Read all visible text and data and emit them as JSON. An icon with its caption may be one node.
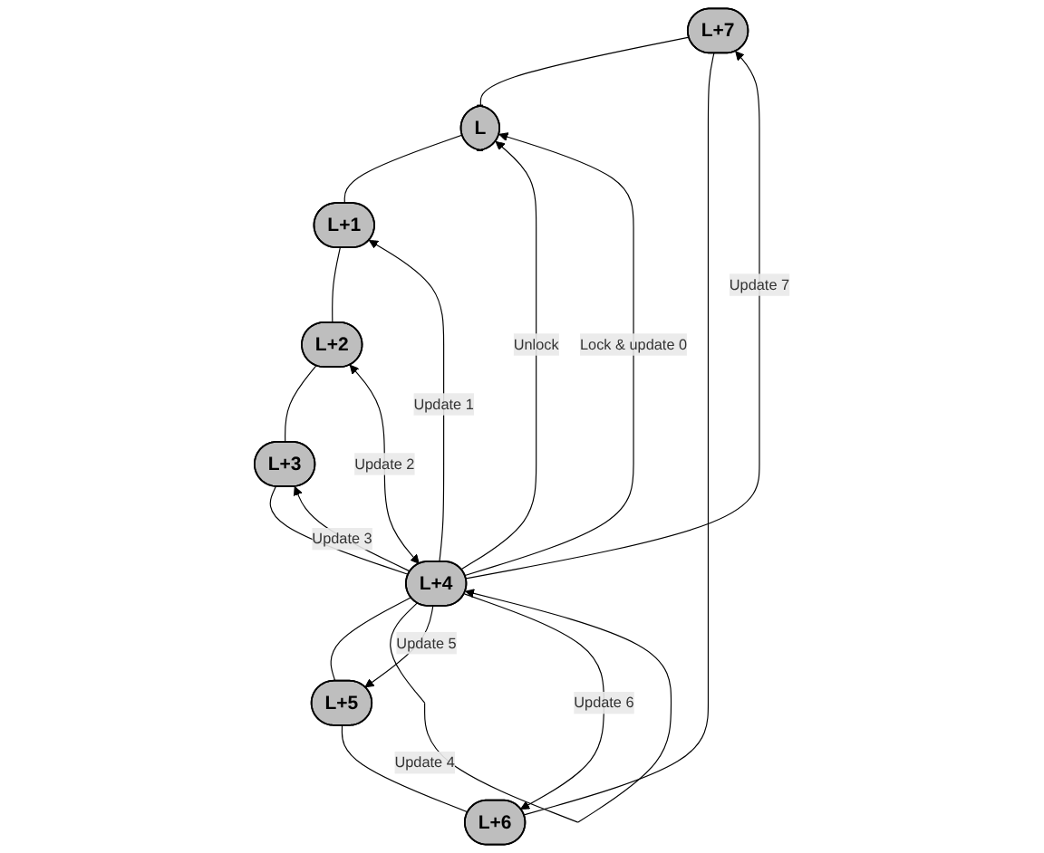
{
  "diagram": {
    "nodes": [
      {
        "text": [
          "L+7"
        ]
      },
      {
        "text": [
          "L+6"
        ]
      },
      {
        "text": [
          "L"
        ]
      },
      {
        "text": [
          "L+5"
        ]
      },
      {
        "text": [
          "L+1"
        ]
      },
      {
        "text": [
          "L+4"
        ]
      },
      {
        "text": [
          "L+2"
        ]
      },
      {
        "text": [
          "L+3"
        ]
      }
    ],
    "edges": [
      {
        "from": 2,
        "to": 4,
        "arrow": "none"
      },
      {
        "from": 4,
        "to": 6,
        "arrow": "none"
      },
      {
        "from": 6,
        "to": 7,
        "arrow": "none"
      },
      {
        "from": 7,
        "to": 5,
        "arrow": "none"
      },
      {
        "from": 5,
        "to": 3,
        "arrow": "none"
      },
      {
        "from": 3,
        "to": 1,
        "arrow": "none"
      },
      {
        "from": 1,
        "to": 0,
        "arrow": "none"
      },
      {
        "from": 0,
        "to": 2,
        "arrow": "none"
      },
      {
        "from": 5,
        "to": 0,
        "arrow": "to",
        "label": "Update 7"
      },
      {
        "from": 5,
        "to": 2,
        "arrow": "to",
        "label": "Unlock"
      },
      {
        "from": 5,
        "to": 2,
        "arrow": "to",
        "label": "Lock & update 0"
      },
      {
        "from": 5,
        "to": 4,
        "arrow": "to",
        "label": "Update 1"
      },
      {
        "from": 5,
        "to": 6,
        "arrow": "both",
        "label": "Update 2"
      },
      {
        "from": 5,
        "to": 7,
        "arrow": "to",
        "label": "Update 3"
      },
      {
        "from": 5,
        "to": 5,
        "arrow": "to",
        "label": "Update 4"
      },
      {
        "from": 5,
        "to": 3,
        "arrow": "to",
        "label": "Update 5"
      },
      {
        "from": 5,
        "to": 1,
        "arrow": "to",
        "label": "Update 6"
      }
    ]
  }
}
